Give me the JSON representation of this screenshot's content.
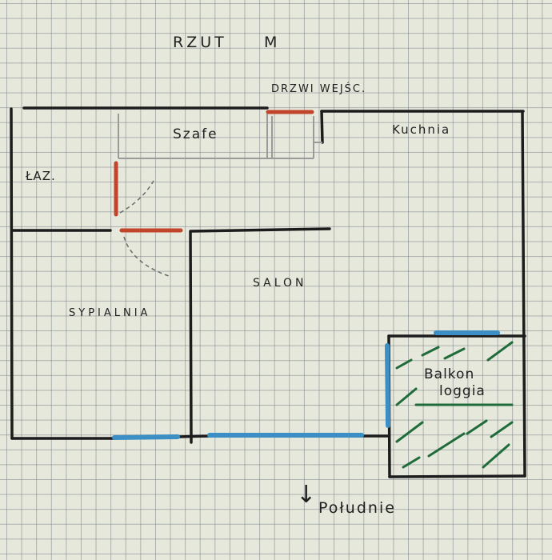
{
  "title": "RZUT",
  "title_suffix": "M",
  "rooms": {
    "entrance_door": "DRZWI WEJŚC.",
    "wardrobe": "Szafe",
    "kitchen": "Kuchnia",
    "bathroom": "ŁAZ.",
    "living_room": "SALON",
    "bedroom": "SYPIALNIA",
    "balcony": "Balkon",
    "loggia": "loggia"
  },
  "orientation": {
    "label": "Południe",
    "arrow": "↓"
  },
  "colors": {
    "wall": "#1c1c1c",
    "door": "#c0452a",
    "window": "#3b8fc4",
    "balcony_hatch": "#1f6b3a",
    "partition": "#9a9a9a",
    "grid": "#8a9397"
  }
}
